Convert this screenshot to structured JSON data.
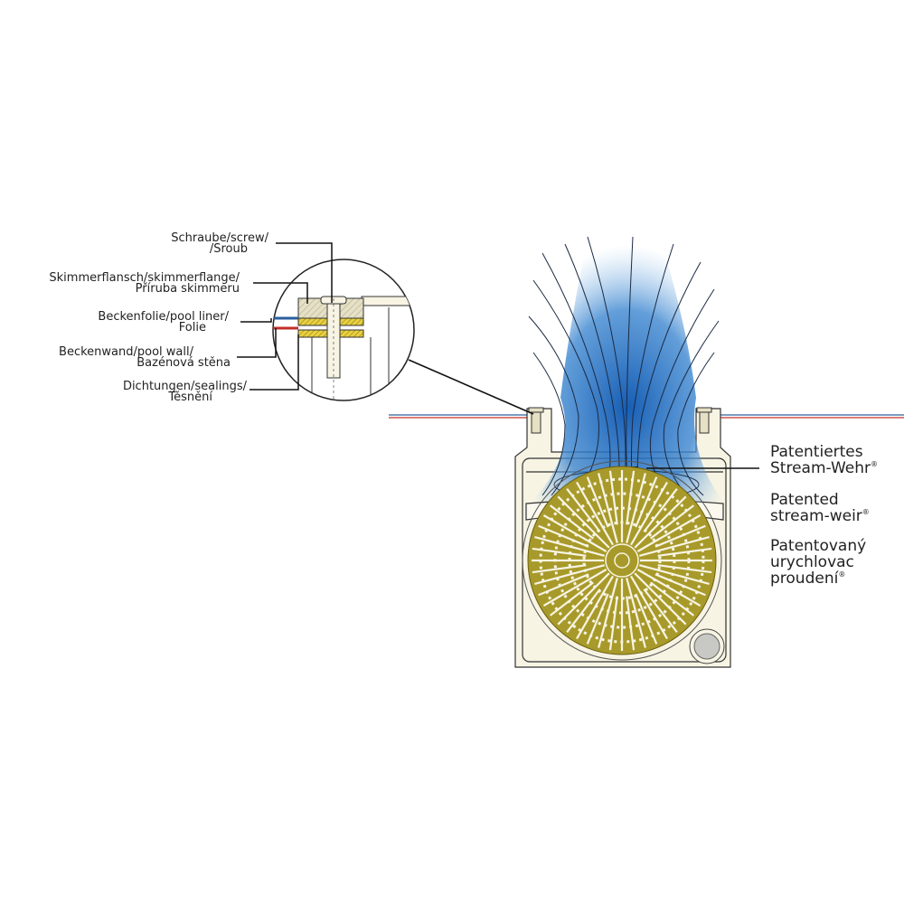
{
  "detail_labels": [
    {
      "line1": "Schraube/screw/",
      "line2": "/Sroub"
    },
    {
      "line1": "Skimmerflansch/skimmerflange/",
      "line2": "Příruba skimmeru"
    },
    {
      "line1": "Beckenfolie/pool liner/",
      "line2": "Folie"
    },
    {
      "line1": "Beckenwand/pool wall/",
      "line2": "Bazénová stěna"
    },
    {
      "line1": "Dichtungen/sealings/",
      "line2": "Těsnění"
    }
  ],
  "weir_labels": {
    "de": {
      "line1": "Patentiertes",
      "line2": "Stream-Wehr"
    },
    "en": {
      "line1": "Patented",
      "line2": "stream-weir"
    },
    "cz": {
      "line1": "Patentovaný",
      "line2": "urychlovac",
      "line3": "proudení"
    },
    "registered_mark": "®"
  },
  "colors": {
    "flow_blue": "#1a6fc0",
    "basket_olive": "#a89a2a",
    "body_cream": "#f7f4e4",
    "liner_blue": "#2a5f9e",
    "wall_red": "#c0302a"
  }
}
